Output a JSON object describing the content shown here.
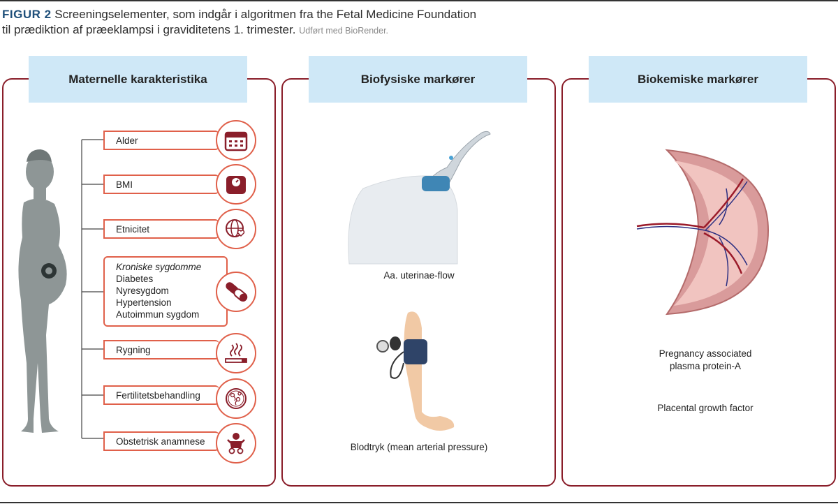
{
  "caption": {
    "figure_label": "FIGUR 2",
    "line1": "Screeningselementer, som indgår i algoritmen fra the Fetal Medicine Foundation",
    "line2": "til prædiktion af præeklampsi i graviditetens 1. trimester.",
    "credit": "Udført med BioRender."
  },
  "panels": {
    "maternal": {
      "title": "Maternelle karakteristika",
      "items": {
        "age": "Alder",
        "bmi": "BMI",
        "ethnicity": "Etnicitet",
        "chronic_title": "Kroniske sygdomme",
        "chronic_1": "Diabetes",
        "chronic_2": "Nyresygdom",
        "chronic_3": "Hypertension",
        "chronic_4": "Autoimmun sygdom",
        "smoking": "Rygning",
        "fertility": "Fertilitetsbehandling",
        "obstetric": "Obstetrisk anamnese"
      }
    },
    "biophysical": {
      "title": "Biofysiske markører",
      "uterine": "Aa. uterinae-flow",
      "bp": "Blodtryk (mean arterial pressure)"
    },
    "biochemical": {
      "title": "Biokemiske markører",
      "papp_line1": "Pregnancy associated",
      "papp_line2": "plasma protein-A",
      "plgf": "Placental growth factor"
    }
  },
  "colors": {
    "panel_border": "#8a1e2a",
    "header_bg": "#cfe8f7",
    "accent": "#e0604a",
    "icon_dark": "#8a1e2a"
  }
}
